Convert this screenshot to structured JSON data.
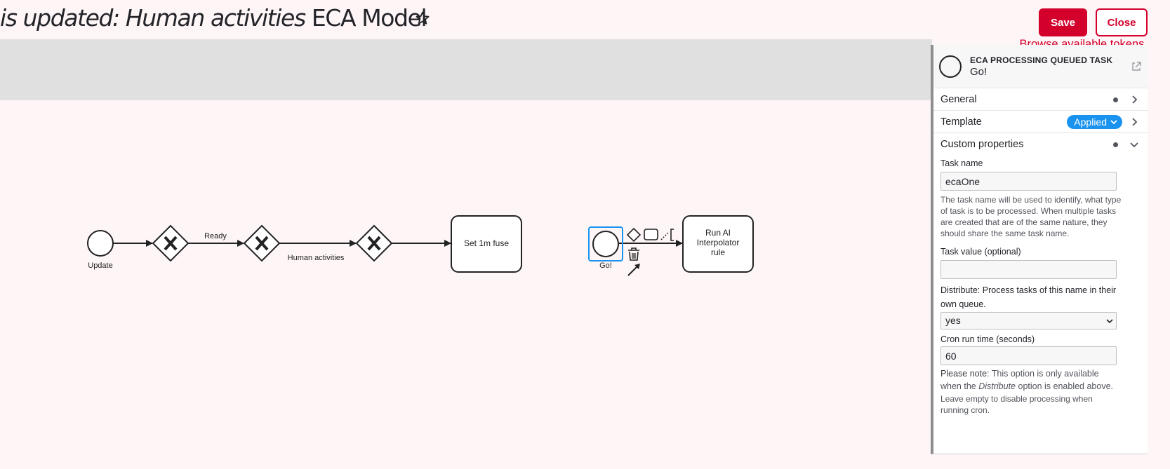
{
  "header": {
    "title_italic": "is updated: Human activities",
    "title_rest": " ECA Model",
    "save_label": "Save",
    "close_label": "Close",
    "tokens_link": "Browse available tokens."
  },
  "diagram": {
    "start_event_label": "Update",
    "flow_ready_label": "Ready",
    "flow_human_label": "Human activities",
    "task1_label": "Set 1m fuse",
    "start2_label": "Go!",
    "task2_line1": "Run AI",
    "task2_line2": "Interpolator",
    "task2_line3": "rule"
  },
  "panel": {
    "element_type": "ECA PROCESSING QUEUED TASK",
    "element_name": "Go!",
    "groups": {
      "general": "General",
      "template": "Template",
      "template_badge": "Applied",
      "custom": "Custom properties"
    },
    "fields": {
      "task_name_label": "Task name",
      "task_name_value": "ecaOne",
      "task_name_desc": "The task name will be used to identify, what type of task is to be processed. When multiple tasks are created that are of the same nature, they should share the same task name.",
      "task_value_label": "Task value (optional)",
      "task_value_value": "",
      "distribute_label": "Distribute: Process tasks of this name in their own queue.",
      "distribute_value": "yes",
      "cron_label": "Cron run time (seconds)",
      "cron_value": "60",
      "note_prefix": "Please note: ",
      "note_text1": "This option is only available when the ",
      "note_emph": "Distribute",
      "note_text2": " option is enabled above.",
      "note_text3": "Leave empty to disable processing when running cron."
    }
  },
  "colors": {
    "brand_red": "#d3002b",
    "badge_blue": "#1a93f0",
    "canvas_bg": "#fdf5f6",
    "selection_blue": "#1a93f0"
  }
}
